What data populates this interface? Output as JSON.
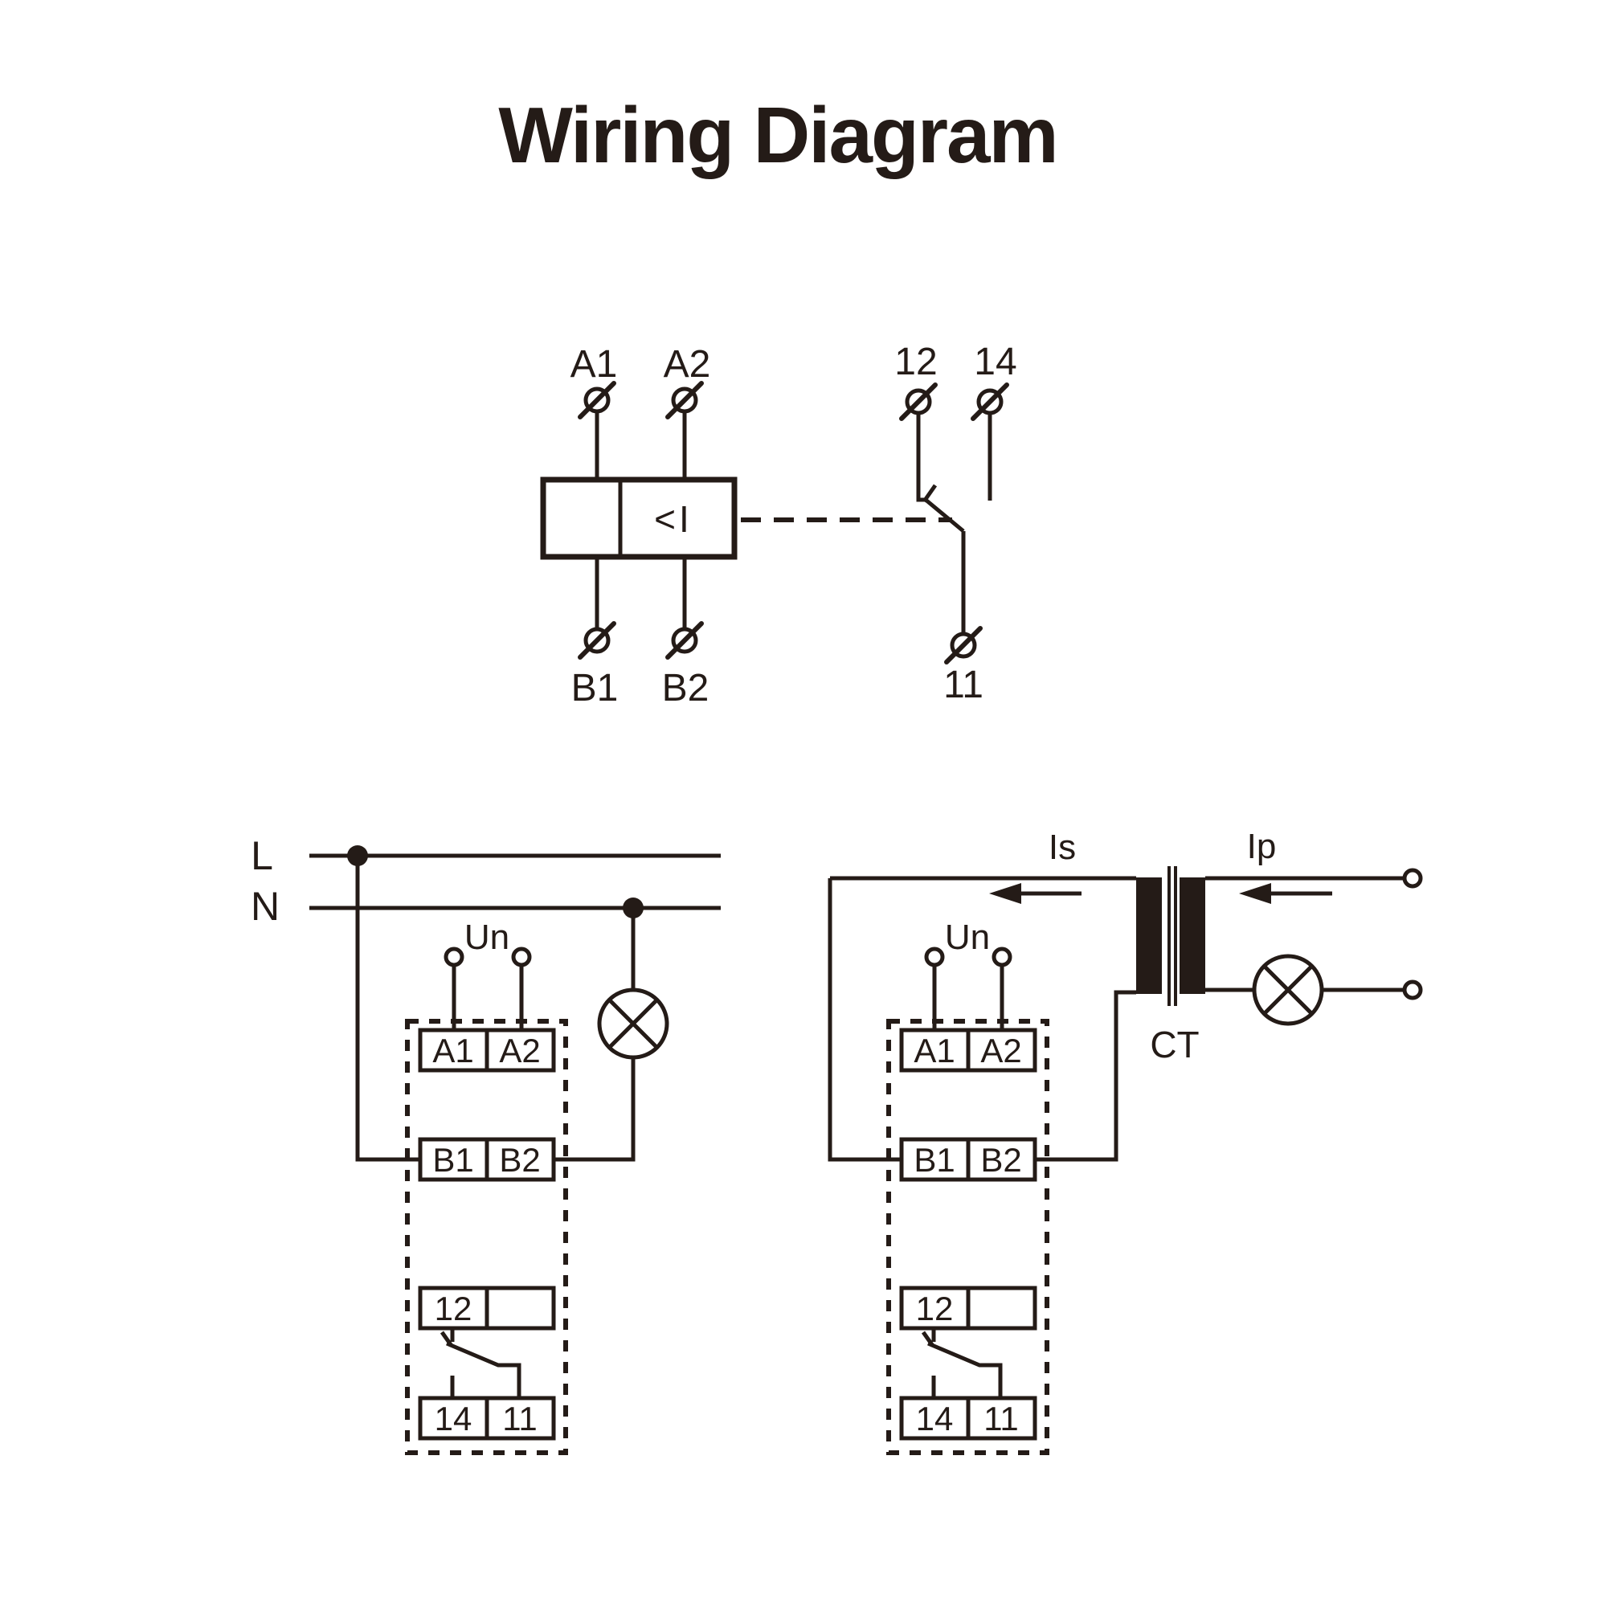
{
  "title": "Wiring Diagram",
  "colors": {
    "ink": "#241b17",
    "paper": "#ffffff"
  },
  "symbols": {
    "screw_terminal": "circle-with-diagonal-slash",
    "lamp": "circle-with-x-cross",
    "junction": "filled-dot",
    "current_transformer": "two-solid-windings-with-double-core-lines",
    "mechanical_link": "horizontal-dashed-line",
    "current_direction": "left-pointing-arrow"
  },
  "top_diagram": {
    "terminal_a1": "A1",
    "terminal_a2": "A2",
    "terminal_b1": "B1",
    "terminal_b2": "B2",
    "terminal_12": "12",
    "terminal_14": "14",
    "terminal_11": "11",
    "undercurrent_symbol": "<I"
  },
  "bottom_left": {
    "line_live": "L",
    "line_neutral": "N",
    "voltage_label": "Un",
    "terminal_a1": "A1",
    "terminal_a2": "A2",
    "terminal_b1": "B1",
    "terminal_b2": "B2",
    "terminal_12": "12",
    "terminal_14": "14",
    "terminal_11": "11"
  },
  "bottom_right": {
    "secondary_current": "Is",
    "primary_current": "Ip",
    "voltage_label": "Un",
    "transformer_label": "CT",
    "terminal_a1": "A1",
    "terminal_a2": "A2",
    "terminal_b1": "B1",
    "terminal_b2": "B2",
    "terminal_12": "12",
    "terminal_14": "14",
    "terminal_11": "11"
  }
}
